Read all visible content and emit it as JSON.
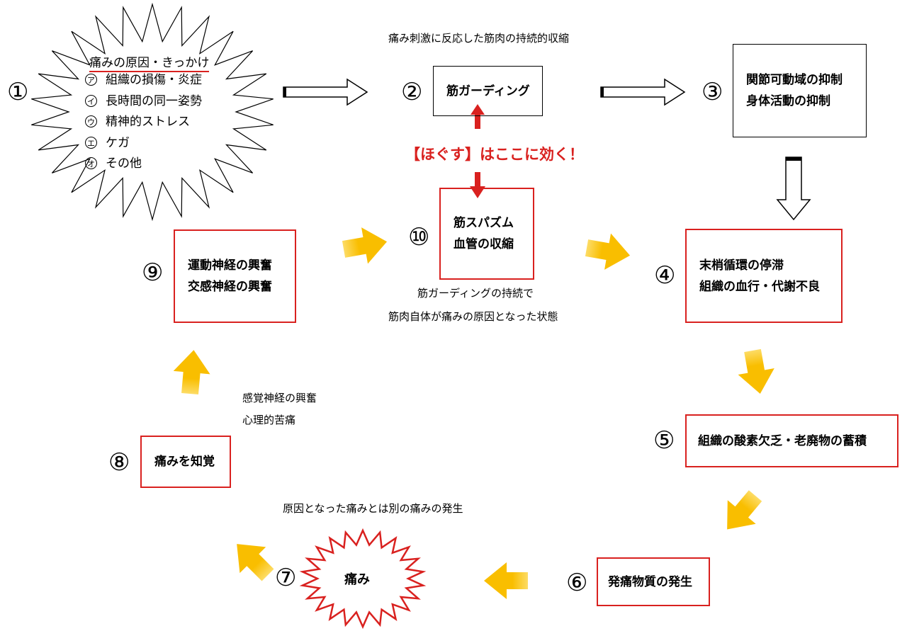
{
  "cause": {
    "number": "①",
    "title": "痛みの原因・きっかけ",
    "items": [
      {
        "marker": "ア",
        "label": "組織の損傷・炎症"
      },
      {
        "marker": "イ",
        "label": "長時間の同一姿勢"
      },
      {
        "marker": "ウ",
        "label": "精神的ストレス"
      },
      {
        "marker": "エ",
        "label": "ケガ"
      },
      {
        "marker": "オ",
        "label": "その他"
      }
    ]
  },
  "step2": {
    "number": "②",
    "label": "筋ガーディング",
    "note": "痛み刺激に反応した筋肉の持続的収縮"
  },
  "step3": {
    "number": "③",
    "line1": "関節可動域の抑制",
    "line2": "身体活動の抑制"
  },
  "step4": {
    "number": "④",
    "line1": "末梢循環の停滞",
    "line2": "組織の血行・代謝不良"
  },
  "step5": {
    "number": "⑤",
    "label": "組織の酸素欠乏・老廃物の蓄積"
  },
  "step6": {
    "number": "⑥",
    "label": "発痛物質の発生"
  },
  "step7": {
    "number": "⑦",
    "label": "痛み",
    "note": "原因となった痛みとは別の痛みの発生"
  },
  "step8": {
    "number": "⑧",
    "label": "痛みを知覚",
    "note_line1": "感覚神経の興奮",
    "note_line2": "心理的苦痛"
  },
  "step9": {
    "number": "⑨",
    "line1": "運動神経の興奮",
    "line2": "交感神経の興奮"
  },
  "step10": {
    "number": "⑩",
    "line1": "筋スパズム",
    "line2": "血管の収縮",
    "note_line1": "筋ガーディングの持続で",
    "note_line2": "筋肉自体が痛みの原因となった状態"
  },
  "callout": "【ほぐす】はここに効く！",
  "colors": {
    "accent_red": "#d9211f",
    "arrow_yellow": "#f9be00",
    "arrow_yellow_light": "#fddc66"
  }
}
